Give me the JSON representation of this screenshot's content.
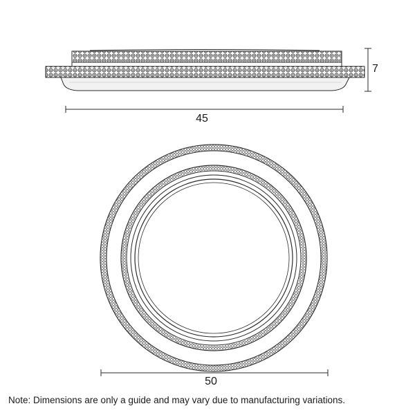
{
  "dimensions": {
    "height": "7",
    "side_width": "45",
    "top_width": "50"
  },
  "note": "Note: Dimensions are only a guide and may vary due to manufacturing variations.",
  "colors": {
    "line": "#2a2a2a",
    "shade": "#f2f2f2",
    "background": "#ffffff"
  }
}
